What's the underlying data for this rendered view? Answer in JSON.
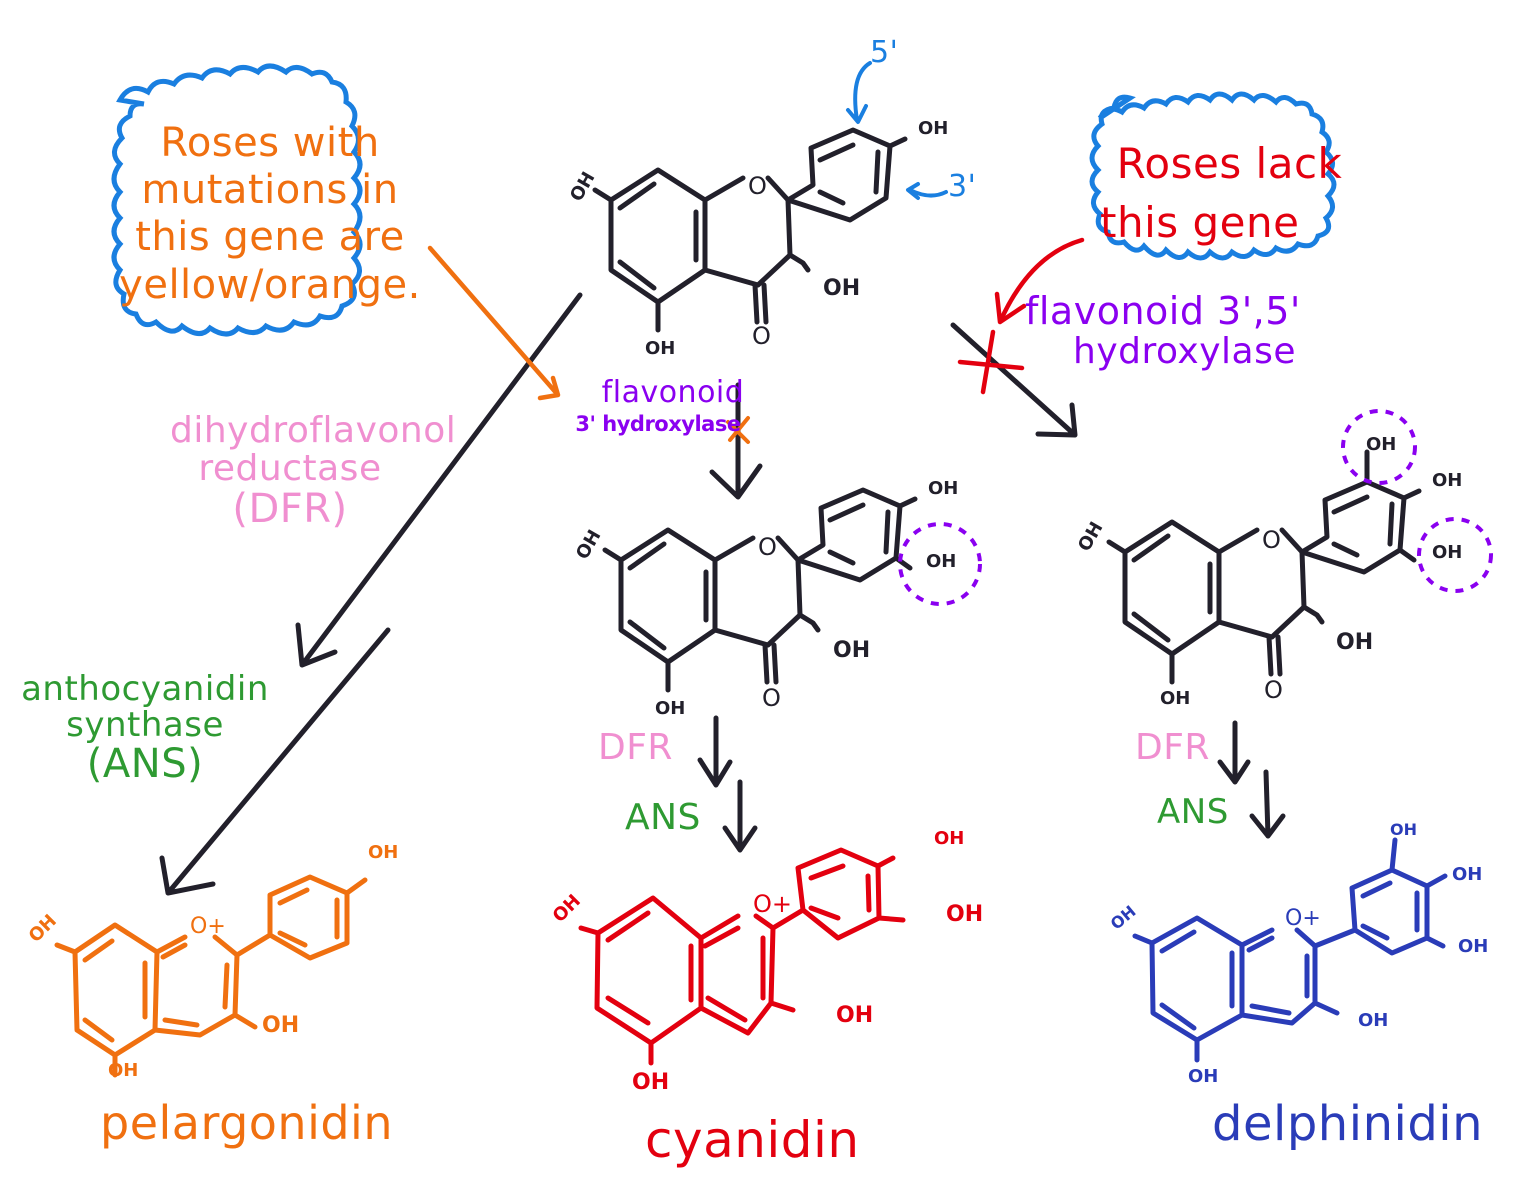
{
  "colors": {
    "ink": "#22202b",
    "cloud_border": "#1a7fe0",
    "orange": "#f07010",
    "red": "#e3000f",
    "purple": "#8a00f0",
    "pink": "#f08fd0",
    "green": "#2e9a32",
    "blue_label": "#1a7fe0",
    "delphinidin_blue": "#2a3cb8"
  },
  "callouts": {
    "left": {
      "lines": [
        "Roses with",
        "mutations in",
        "this gene are",
        "yellow/orange."
      ]
    },
    "right": {
      "lines": [
        "Roses lack",
        "this gene"
      ]
    }
  },
  "enzymes": {
    "f3h": {
      "lines": [
        "flavonoid",
        "3' hydroxylase"
      ],
      "blocked_mark": "×"
    },
    "f35h": {
      "lines": [
        "flavonoid 3',5'",
        "hydroxylase"
      ],
      "blocked_mark": "×"
    },
    "dfr_full": {
      "lines": [
        "dihydroflavonol",
        "reductase",
        "(DFR)"
      ]
    },
    "ans_full": {
      "lines": [
        "anthocyanidin",
        "synthase",
        "(ANS)"
      ]
    },
    "dfr_short_middle": "DFR",
    "ans_short_middle": "ANS",
    "dfr_short_right": "DFR",
    "ans_short_right": "ANS"
  },
  "positions": {
    "five_prime": "5'",
    "three_prime": "3'"
  },
  "atoms": {
    "oh": "OH",
    "o": "O",
    "o_plus": "O+"
  },
  "products": {
    "pelargonidin": "pelargonidin",
    "cyanidin": "cyanidin",
    "delphinidin": "delphinidin"
  }
}
